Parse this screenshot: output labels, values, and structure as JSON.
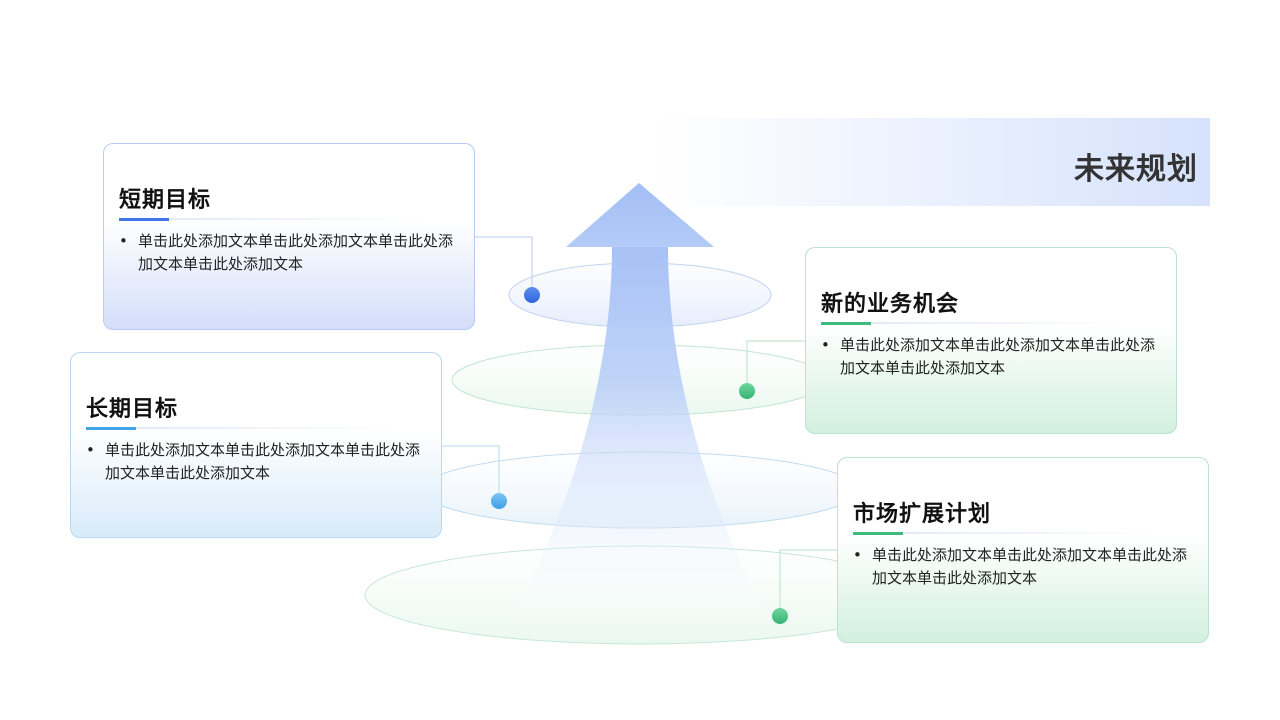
{
  "slide": {
    "title": "未来规划"
  },
  "cards": [
    {
      "id": "short",
      "title": "短期目标",
      "bullet": "•",
      "text": "单击此处添加文本单击此处添加文本单击此处添加文本单击此处添加文本"
    },
    {
      "id": "long",
      "title": "长期目标",
      "bullet": "•",
      "text": "单击此处添加文本单击此处添加文本单击此处添加文本单击此处添加文本"
    },
    {
      "id": "new",
      "title": "新的业务机会",
      "bullet": "•",
      "text": "单击此处添加文本单击此处添加文本单击此处添加文本单击此处添加文本"
    },
    {
      "id": "market",
      "title": "市场扩展计划",
      "bullet": "•",
      "text": "单击此处添加文本单击此处添加文本单击此处添加文本单击此处添加文本"
    }
  ],
  "colors": {
    "blue": "#3f77e8",
    "sky": "#42a5ea",
    "green": "#3dbb7c",
    "arrow": "#a7c1f6",
    "title_band": "#d6e2fc"
  }
}
